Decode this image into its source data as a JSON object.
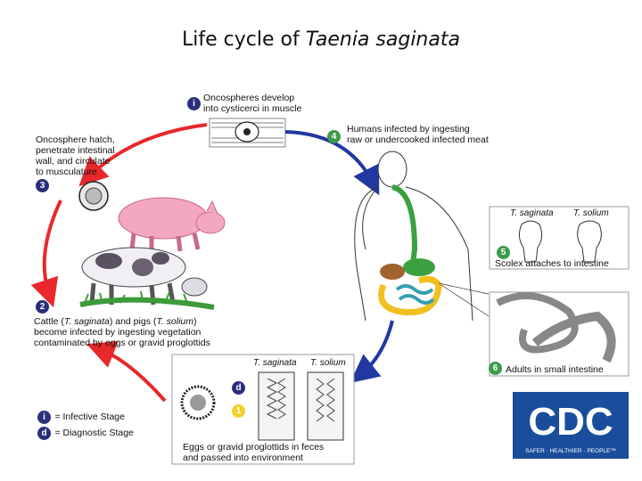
{
  "title": {
    "prefix": "Life cycle of ",
    "species": "Taenia saginata"
  },
  "stages": {
    "i_label": "Oncospheres develop\ninto cysticerci in muscle",
    "s4_label": "Humans infected by ingesting\nraw or undercooked infected meat",
    "s3_label": "Oncosphere hatch,\npenetrate intestinal\nwall, and circulate\nto musculature",
    "s5_label": "Scolex attaches to intestine",
    "s5_left": "T. saginata",
    "s5_right": "T. solium",
    "s2_line1_a": "Cattle (",
    "s2_line1_b": "T. saginata",
    "s2_line1_c": ") and pigs (",
    "s2_line1_d": "T. solium",
    "s2_line1_e": ")",
    "s2_line2": "become infected by ingesting vegetation",
    "s2_line3": "contaminated by eggs or gravid proglottids",
    "s6_label": "Adults in small intestine",
    "s1_label": "Eggs or gravid proglottids in feces\nand passed into environment",
    "s1_left": "T. saginata",
    "s1_right": "T. solium"
  },
  "badges": {
    "i": "i",
    "d": "d",
    "n1": "1",
    "n2": "2",
    "n3": "3",
    "n4": "4",
    "n5": "5",
    "n6": "6"
  },
  "legend": {
    "infective": "= Infective Stage",
    "diagnostic": "= Diagnostic Stage"
  },
  "logo": {
    "text": "CDC",
    "tagline": "SAFER · HEALTHIER · PEOPLE™"
  },
  "colors": {
    "arrow_red": "#e8282a",
    "arrow_blue": "#2238a0",
    "badge_navy": "#2a2f7a",
    "badge_green": "#3d9a4a",
    "badge_yellow": "#f0d22a",
    "cdc_blue": "#1a4d9c"
  }
}
